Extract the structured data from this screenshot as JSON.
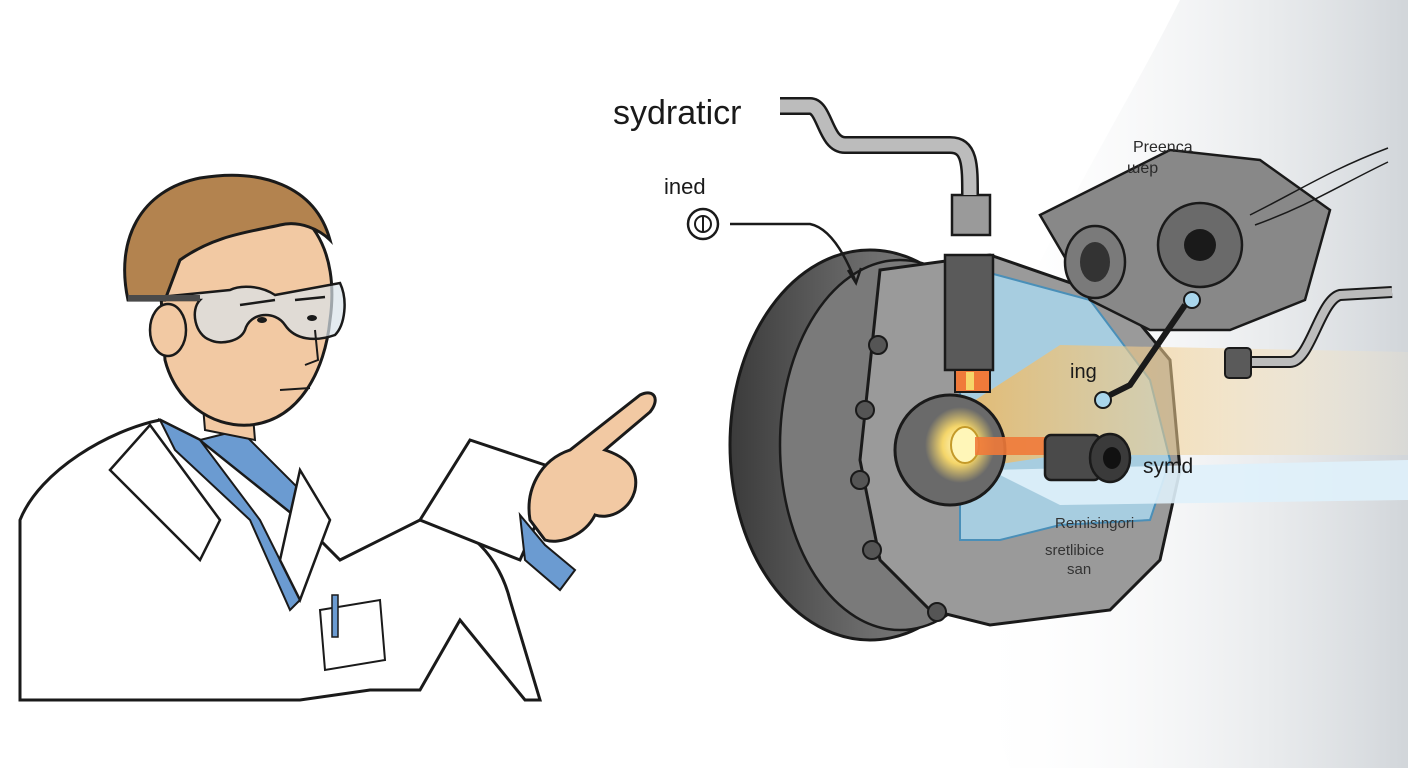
{
  "labels": {
    "main_callout": "sydraticr",
    "small_callout": "ined",
    "top_right_line1": "Preenca",
    "top_right_line2": "ɯep",
    "beam_label": "ing",
    "nozzle_label": "symd",
    "bottom_line1": "Remisingori",
    "bottom_line2": "sretlibice",
    "bottom_line3": "san"
  },
  "colors": {
    "ink": "#1a1a1a",
    "lab_coat": "#ffffff",
    "shirt": "#6b9bd1",
    "hair": "#b3834f",
    "skin": "#f2c9a3",
    "metal_dark": "#4a4a4a",
    "metal_mid": "#8a8a8a",
    "coolant_blue": "#a9d6ec",
    "beam_yellow": "#f0c878",
    "hot_orange": "#f07a3a"
  }
}
